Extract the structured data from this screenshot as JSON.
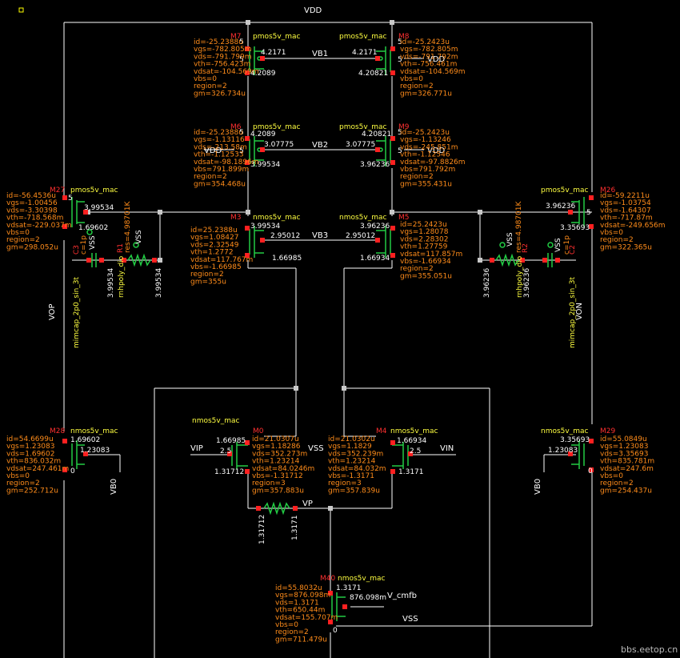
{
  "colors": {
    "background": "#000000",
    "wire": "#ffffff",
    "params": "#ff8c1a",
    "device_name": "#ff3030",
    "model": "#ffff40",
    "net_label": "#ffffff",
    "node_voltage": "#ffffff",
    "device_symbol": "#22cc44",
    "pin_dot": "#ff2020",
    "node_dot": "#c8c8c8",
    "yellow_marker": "#ffff00"
  },
  "nets": {
    "vdd": "VDD",
    "vss_top": "VSS",
    "vss_bottom": "VSS",
    "vb1": "VB1",
    "vb2": "VB2",
    "vb3": "VB3",
    "vb0_left": "VB0",
    "vb0_right": "VB0",
    "vop": "VOP",
    "von": "VON",
    "vip": "VIP",
    "vin": "VIN",
    "vp": "VP",
    "v_cmfb": "V_cmfb",
    "vdd_m6": "VDD",
    "vdd_m9": "VDD",
    "vdd_m8": "VDD",
    "vss_c3": "VSS",
    "vss_c2": "VSS",
    "vss_r1": "VSS",
    "vss_r2": "VSS"
  },
  "devices": [
    {
      "id": "m7",
      "name": "M7",
      "model": "pmos5v_mac",
      "params": [
        "id=-25.2388u",
        "vgs=-782.805m",
        "vds=-791.799m",
        "vth=-756.423m",
        "vdsat=-104.569m",
        "vbs=0",
        "region=2",
        "gm=326.734u"
      ]
    },
    {
      "id": "m8",
      "name": "M8",
      "model": "pmos5v_mac",
      "params": [
        "id=-25.2423u",
        "vgs=-782.805m",
        "vds=-791.792m",
        "vth=-756.461m",
        "vdsat=-104.569m",
        "vbs=0",
        "region=2",
        "gm=326.771u"
      ]
    },
    {
      "id": "m6",
      "name": "M6",
      "model": "pmos5v_mac",
      "params": [
        "id=-25.2388u",
        "vgs=-1.13116",
        "vds=-213.58m",
        "vth=-1.12533",
        "vdsat=-98.1896m",
        "vbs=791.899m",
        "region=2",
        "gm=354.468u"
      ]
    },
    {
      "id": "m9",
      "name": "M9",
      "model": "pmos5v_mac",
      "params": [
        "id=-25.2423u",
        "vgs=-1.13246",
        "vds=-245.851m",
        "vth=-1.12546",
        "vdsat=-97.8826m",
        "vbs=791.792m",
        "region=2",
        "gm=355.431u"
      ]
    },
    {
      "id": "m27",
      "name": "M27",
      "model": "pmos5v_mac",
      "params": [
        "id=-56.4536u",
        "vgs=-1.00456",
        "vds=-3.30398",
        "vth=-718.568m",
        "vdsat=-229.037m",
        "vbs=0",
        "region=2",
        "gm=298.052u"
      ]
    },
    {
      "id": "m26",
      "name": "M26",
      "model": "pmos5v_mac",
      "params": [
        "id=-59.2211u",
        "vgs=-1.03754",
        "vds=-1.64307",
        "vth=-717.87m",
        "vdsat=-249.656m",
        "vbs=0",
        "region=2",
        "gm=322.365u"
      ]
    },
    {
      "id": "m3",
      "name": "M3",
      "model": "nmos5v_mac",
      "params": [
        "id=25.2388u",
        "vgs=1.08427",
        "vds=2.32549",
        "vth=1.2772",
        "vdsat=117.767m",
        "vbs=-1.66985",
        "region=2",
        "gm=355u"
      ]
    },
    {
      "id": "m5",
      "name": "M5",
      "model": "nmos5v_mac",
      "params": [
        "id=25.2423u",
        "vgs=1.28078",
        "vds=2.28302",
        "vth=1.27759",
        "vdsat=117.857m",
        "vbs=-1.66934",
        "region=2",
        "gm=355.051u"
      ]
    },
    {
      "id": "m28",
      "name": "M28",
      "model": "nmos5v_mac",
      "params": [
        "id=54.6699u",
        "vgs=1.23083",
        "vds=1.69602",
        "vth=836.032m",
        "vdsat=247.461m",
        "vbs=0",
        "region=2",
        "gm=252.712u"
      ]
    },
    {
      "id": "m29",
      "name": "M29",
      "model": "nmos5v_mac",
      "params": [
        "id=55.0849u",
        "vgs=1.23083",
        "vds=3.35693",
        "vth=835.781m",
        "vdsat=247.6m",
        "vbs=0",
        "region=2",
        "gm=254.437u"
      ]
    },
    {
      "id": "m0",
      "name": "M0",
      "model": "nmos5v_mac",
      "params": [
        "id=21.0307u",
        "vgs=1.18286",
        "vds=352.273m",
        "vth=1.23214",
        "vdsat=84.0246m",
        "vbs=-1.31712",
        "region=3",
        "gm=357.883u"
      ]
    },
    {
      "id": "m4",
      "name": "M4",
      "model": "nmos5v_mac",
      "params": [
        "id=21.0302u",
        "vgs=1.1829",
        "vds=352.239m",
        "vth=1.23214",
        "vdsat=84.032m",
        "vbs=-1.3171",
        "region=3",
        "gm=357.839u"
      ]
    },
    {
      "id": "m40",
      "name": "M40",
      "model": "nmos5v_mac",
      "params": [
        "id=55.8032u",
        "vgs=876.098m",
        "vds=1.3171",
        "vth=650.44m",
        "vdsat=155.707m",
        "vbs=0",
        "region=2",
        "gm=711.479u"
      ]
    }
  ],
  "passives": {
    "r1": {
      "name": "R1",
      "model": "rnhpoly_dio",
      "value": "res=4.98701K"
    },
    "r2": {
      "name": "R2",
      "model": "rnhpoly_dio",
      "value": "res=4.98701K"
    },
    "c3": {
      "name": "C3",
      "model": "mimcap_2p0_sin_3t",
      "value": "c=1p"
    },
    "c2": {
      "name": "C2",
      "model": "mimcap_2p0_sin_3t",
      "value": "c=1p"
    }
  },
  "node_voltages": {
    "m7_d": "4.2089",
    "m7_g": "4.2171",
    "m8_g": "4.2171",
    "m8_d": "4.20821",
    "m6_d": "3.99534",
    "m6_g": "3.07775",
    "m9_g": "3.07775",
    "m9_d": "3.96236",
    "m6_s": "4.2089",
    "m9_s": "4.20821",
    "m27_d": "1.69602",
    "m27_g": "3.99534",
    "m26_d": "3.35693",
    "m26_g": "3.96236",
    "m3_d": "3.99534",
    "m3_g": "2.95012",
    "m5_g": "2.95012",
    "m5_d": "3.96236",
    "m3_s": "1.66985",
    "m5_s": "1.66934",
    "m28_d": "1.69602",
    "m28_g": "1.23083",
    "m28_s": "0",
    "m29_d": "3.35693",
    "m29_g": "1.23083",
    "m29_s": "0",
    "m0_d": "1.66985",
    "m0_g": "2.5",
    "m0_s": "1.31712",
    "m4_d": "1.66934",
    "m4_g": "2.5",
    "m4_s": "1.3171",
    "m40_d": "1.3171",
    "m40_g": "876.098m",
    "m40_s": "0",
    "r1_a": "3.99534",
    "r1_b": "3.99534",
    "r2_a": "3.96236",
    "r2_b": "3.96236",
    "rvp_a": "1.31712",
    "rvp_b": "1.3171",
    "n5_m7": "5",
    "n5_m8": "5",
    "n5_m6": "5",
    "n5_m9": "5",
    "n5_m27": "5",
    "n5_m26": "5",
    "n5_m8b": "5",
    "n5_m7b": "5",
    "n5_m6b": "5",
    "n5_m9b": "5"
  },
  "watermark": "bbs.eetop.cn"
}
